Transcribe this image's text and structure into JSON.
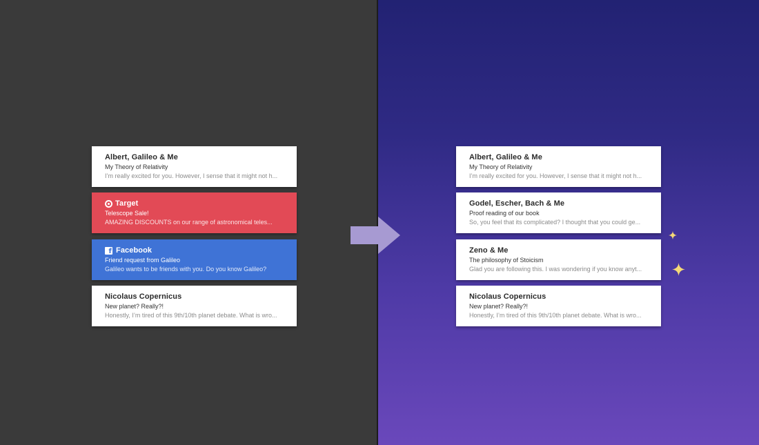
{
  "before": {
    "emails": [
      {
        "sender": "Albert, Galileo & Me",
        "subject": "My Theory of Relativity",
        "preview": "I’m really excited for you. However, I sense that it might not h..."
      },
      {
        "sender": "Target",
        "subject": "Telescope Sale!",
        "preview": "AMAZING DISCOUNTS on our range of astronomical teles...",
        "icon": "target-logo-icon",
        "color": "#e24a56"
      },
      {
        "sender": "Facebook",
        "subject": "Friend request from Galileo",
        "preview": "Galileo wants to be friends with you. Do you know Galileo?",
        "icon": "facebook-logo-icon",
        "color": "#3f73d6"
      },
      {
        "sender": "Nicolaus Copernicus",
        "subject": "New planet? Really?!",
        "preview": "Honestly, I’m tired of this 9th/10th planet debate. What is wro..."
      }
    ]
  },
  "after": {
    "emails": [
      {
        "sender": "Albert, Galileo & Me",
        "subject": "My Theory of Relativity",
        "preview": "I’m really excited for you. However, I sense that it might not h..."
      },
      {
        "sender": "Godel, Escher, Bach & Me",
        "subject": "Proof reading of our book",
        "preview": "So, you feel that its complicated? I thought that you could ge..."
      },
      {
        "sender": "Zeno & Me",
        "subject": "The philosophy of Stoicism",
        "preview": "Glad you are following this. I was wondering if you know anyt..."
      },
      {
        "sender": "Nicolaus Copernicus",
        "subject": "New planet? Really?!",
        "preview": "Honestly, I’m tired of this 9th/10th planet debate. What is wro..."
      }
    ]
  },
  "decorations": {
    "arrow": "right-arrow-icon",
    "sparkles": [
      "sparkle-icon",
      "sparkle-icon"
    ],
    "sparkle_color": "#f5d977",
    "left_background": "#3a3a3a",
    "right_background": "#2f2a84"
  }
}
